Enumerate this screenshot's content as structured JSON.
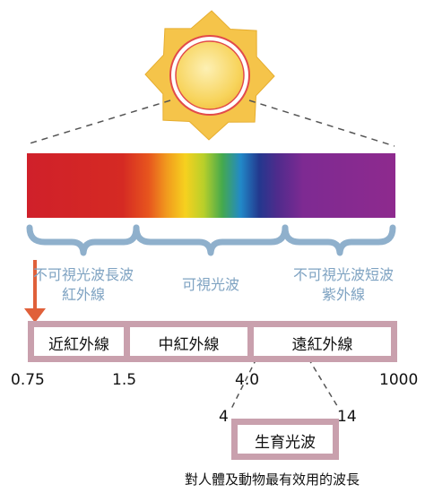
{
  "regions": {
    "infrared_long": [
      "不可視光波長波",
      "紅外線"
    ],
    "visible": "可視光波",
    "ultraviolet_short": [
      "不可視光波短波",
      "紫外線"
    ]
  },
  "bands": {
    "near": "近紅外線",
    "mid": "中紅外線",
    "far": "遠紅外線"
  },
  "scale": {
    "t1": "0.75",
    "t2": "1.5",
    "t3": "4.0",
    "t4": "1000"
  },
  "zoom": {
    "low": "4",
    "high": "14",
    "label": "生育光波",
    "caption": "對人體及動物最有效用的波長"
  },
  "colors": {
    "frame": "#c9a0ad",
    "brace": "#8fb0cc",
    "arrow": "#e0603a",
    "sun_ray": "#f5c44a",
    "sun_core": "#f7d35a"
  }
}
